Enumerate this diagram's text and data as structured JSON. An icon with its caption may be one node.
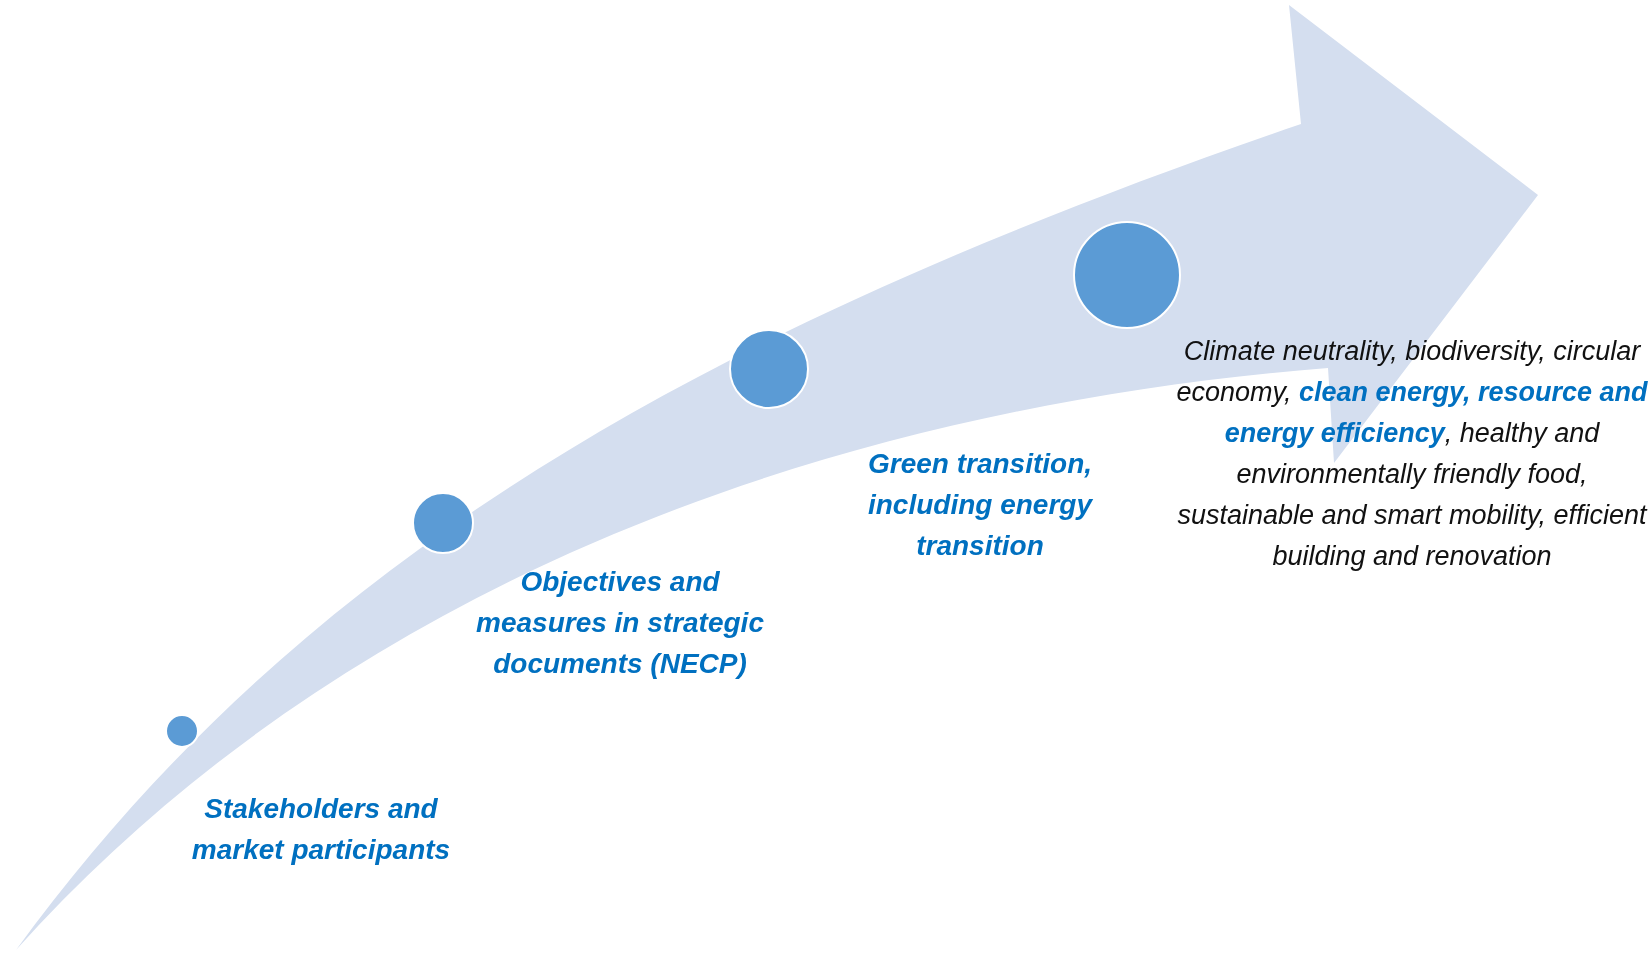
{
  "diagram": {
    "nodes": [
      {
        "text": [],
        "shape": "circle",
        "beside": [
          "Stakeholders and market participants"
        ]
      },
      {
        "text": [],
        "shape": "circle",
        "beside": [
          "Objectives and measures in strategic documents (NECP)"
        ]
      },
      {
        "text": [],
        "shape": "circle",
        "beside": [
          "Green transition, including energy transition"
        ]
      },
      {
        "text": [],
        "shape": "circle"
      }
    ],
    "labels": [
      "Climate neutrality, biodiversity, circular economy, **clean energy, resource and energy efficiency**, healthy and environmentally friendly food, sustainable and smart mobility, efficient building and renovation"
    ]
  }
}
